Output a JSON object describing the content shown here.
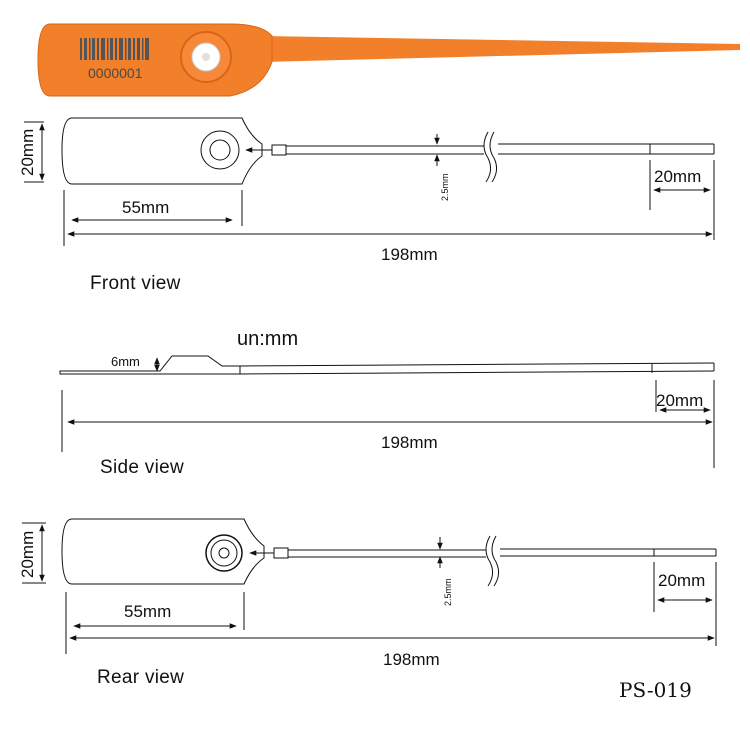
{
  "product": {
    "serial": "0000001",
    "code": "PS-019",
    "unit_note": "un:mm",
    "color": "#f27f2a"
  },
  "front": {
    "title": "Front view",
    "height": "20mm",
    "body": "55mm",
    "tip": "20mm",
    "total": "198mm",
    "strap": "2.5mm"
  },
  "side": {
    "title": "Side view",
    "thickness": "6mm",
    "tip": "20mm",
    "total": "198mm"
  },
  "rear": {
    "title": "Rear view",
    "height": "20mm",
    "body": "55mm",
    "tip": "20mm",
    "total": "198mm",
    "strap": "2.5mm"
  }
}
